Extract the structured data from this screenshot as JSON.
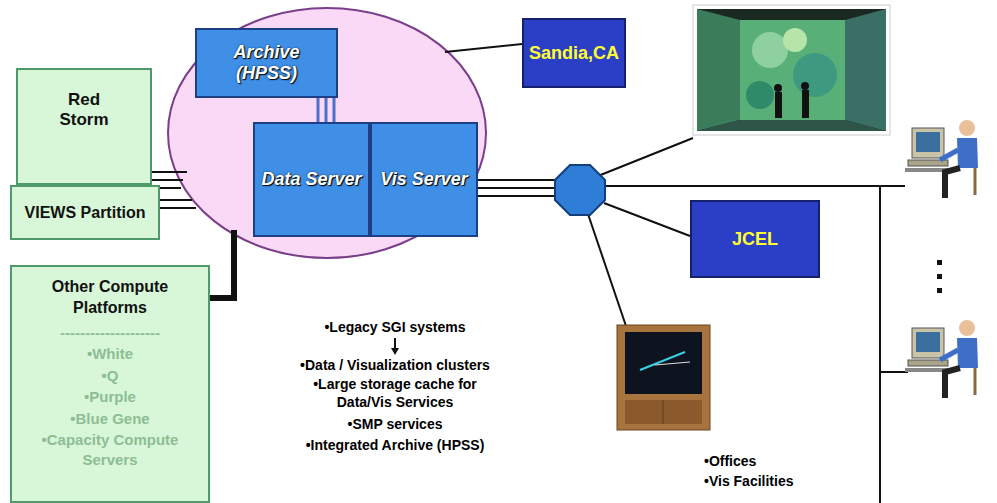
{
  "diagram": {
    "nodes": [
      {
        "text": [
          "Red Storm"
        ]
      },
      {
        "text": [
          "VIEWS Partition"
        ]
      },
      {
        "text": [
          "Other Compute Platforms",
          "--------------------",
          "•White",
          "•Q",
          "•Purple",
          "•Blue Gene",
          "•Capacity Compute Servers"
        ]
      },
      {
        "text": [
          "Archive (HPSS)"
        ]
      },
      {
        "text": [
          "Data Server"
        ]
      },
      {
        "text": [
          "Vis Server"
        ]
      },
      {
        "text": [
          "Sandia,CA"
        ]
      },
      {
        "text": [
          "JCEL"
        ]
      }
    ],
    "edges": [
      {
        "from": 3,
        "to": 4,
        "arrow": "none"
      }
    ],
    "labels": [
      "•Legacy SGI systems",
      "•Data / Visualization clusters",
      "•Large storage cache for Data/Vis Services",
      "•SMP services",
      "•Integrated Archive (HPSS)",
      "•Offices",
      "•Vis Facilities"
    ]
  }
}
